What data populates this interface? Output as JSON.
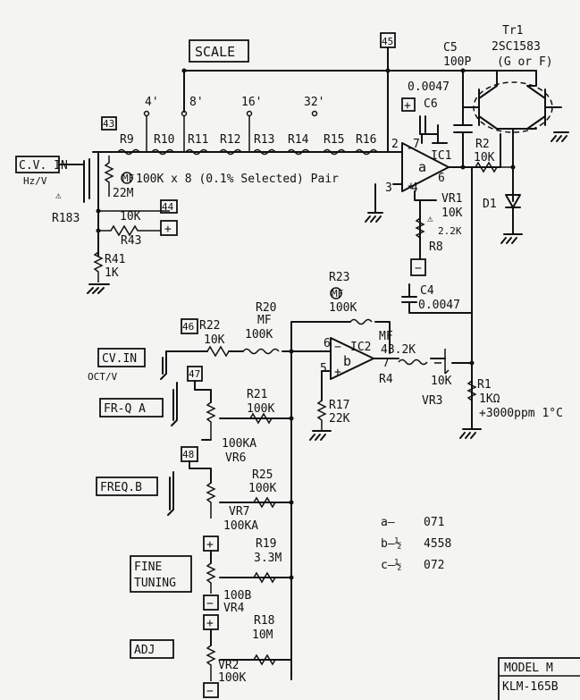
{
  "labels": {
    "scale": "SCALE",
    "cv_in_1": "C.V. IN",
    "cv_in_1_sub": "Hz/V",
    "r183": "R183",
    "cv_in_2": "CV.IN",
    "cv_in_2_sub": "OCT/V",
    "freq_a": "FR-Q A",
    "freq_b": "FREQ.B",
    "fine_tuning_1": "FINE",
    "fine_tuning_2": "TUNING",
    "adj": "ADJ",
    "model_1": "MODEL  M",
    "model_2": "KLM-165B"
  },
  "scale_taps": [
    "4'",
    "8'",
    "16'",
    "32'"
  ],
  "resistor_chain": [
    "R9",
    "R10",
    "R11",
    "R12",
    "R13",
    "R14",
    "R15",
    "R16"
  ],
  "chain_note": "100K x 8 (0.1% Selected) Pair",
  "mf": "MF",
  "pins": {
    "p2": "2",
    "p3": "3",
    "p4": "4",
    "p6": "6",
    "p7": "7",
    "p5": "5",
    "p7b": "7",
    "p6b": "6"
  },
  "terminals": {
    "t43": "43",
    "t44": "44",
    "t45": "45",
    "t46": "46",
    "t47": "47",
    "t48": "48"
  },
  "components": {
    "r22m": "22M",
    "r_10k_top": "10K",
    "r43": "R43",
    "r41": "R41",
    "r41v": "1K",
    "c5": "C5",
    "c5v": "100P",
    "c6v": "0.0047",
    "c6": "C6",
    "tr1": "Tr1",
    "tr1v": "2SC1583",
    "tr1g": "(G or F)",
    "r2": "R2",
    "r2v": "10K",
    "d1": "D1",
    "ic1": "IC1",
    "ic1a": "a",
    "vr1": "VR1",
    "vr1v": "10K",
    "r8v": "2.2K",
    "r8": "R8",
    "c4": "C4",
    "c4v": "0.0047",
    "r23": "R23",
    "r23mf": "MF",
    "r23v": "100K",
    "r20": "R20",
    "r20mf": "MF",
    "r20v": "100K",
    "r22": "R22",
    "r22v": "10K",
    "ic2": "IC2",
    "ic2b": "b",
    "r4mf": "MF",
    "r4v": "43.2K",
    "r4": "R4",
    "vr3v": "10K",
    "vr3": "VR3",
    "r17": "R17",
    "r17v": "22K",
    "r1": "R1",
    "r1v": "1KΩ",
    "r1t": "+3000ppm 1°C",
    "r21": "R21",
    "r21v": "100K",
    "vr6v": "100KA",
    "vr6": "VR6",
    "r25": "R25",
    "r25v": "100K",
    "vr7": "VR7",
    "vr7v": "100KA",
    "r19": "R19",
    "r19v": "3.3M",
    "vr4v": "100B",
    "vr4": "VR4",
    "r18": "R18",
    "r18v": "10M",
    "vr2": "VR2",
    "vr2v": "100K"
  },
  "ic_legend": [
    {
      "key": "a—",
      "val": "071"
    },
    {
      "key": "b—½",
      "val": "4558"
    },
    {
      "key": "c—½",
      "val": "072"
    }
  ]
}
